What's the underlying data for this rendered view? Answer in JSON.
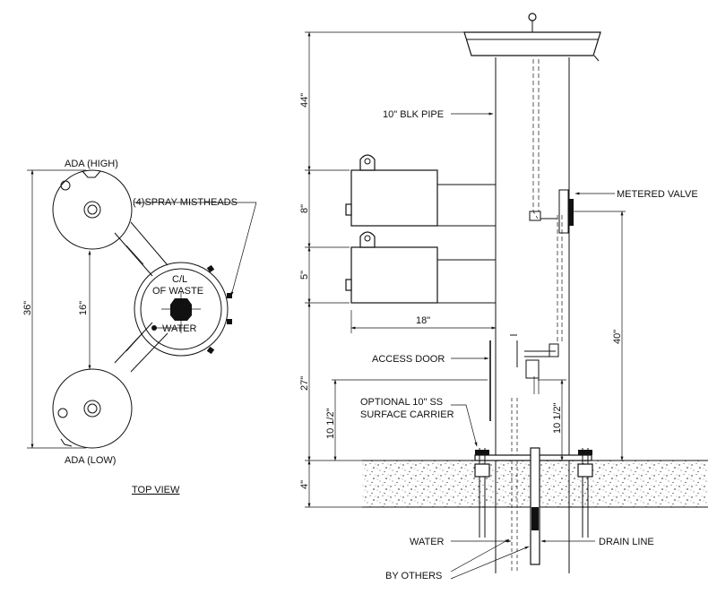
{
  "top_view": {
    "ada_high": "ADA (HIGH)",
    "ada_low": "ADA (LOW)",
    "spray_mistheads": "(4)SPRAY MISTHEADS",
    "cl_line1": "C/L",
    "cl_line2": "OF WASTE",
    "water": "WATER",
    "dim_36": "36\"",
    "dim_16": "16\"",
    "caption": "TOP VIEW"
  },
  "side_view": {
    "dim_44": "44\"",
    "dim_8": "8\"",
    "dim_5": "5\"",
    "dim_27": "27\"",
    "dim_10_5_left": "10 1/2\"",
    "dim_10_5_right": "10 1/2\"",
    "dim_4": "4\"",
    "dim_18": "18\"",
    "dim_40": "40\"",
    "blk_pipe": "10\" BLK PIPE",
    "metered_valve": "METERED VALVE",
    "access_door": "ACCESS DOOR",
    "carrier_line1": "OPTIONAL 10\" SS",
    "carrier_line2": "SURFACE CARRIER",
    "water": "WATER",
    "drain_line": "DRAIN LINE",
    "by_others": "BY OTHERS"
  }
}
